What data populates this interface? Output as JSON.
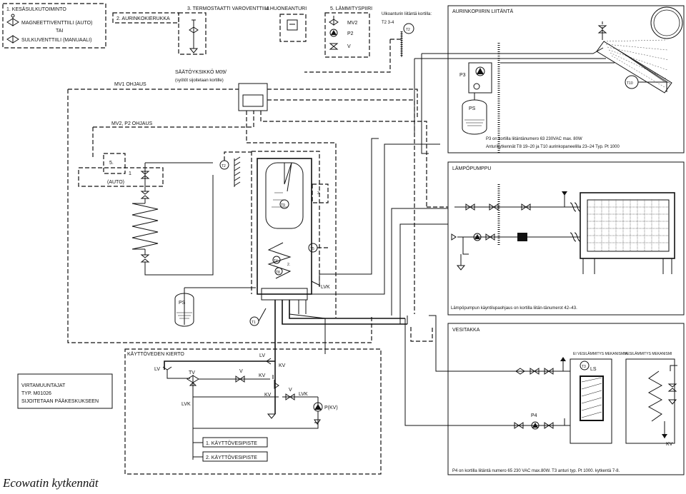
{
  "caption": "Ecowatin kytkennät",
  "legend": {
    "l1_title": "1. KESÄSULKUTOIMINTO",
    "l1_auto": "MAGNEETTIVENTTIILI (AUTO)",
    "l1_or": "TAI",
    "l1_manual": "SULKUVENTTIILI (MANUAALI)",
    "l2": "2. AURINKOKIERUKKA",
    "l3": "3. TERMOSTAATTI VAROVENTTIILI",
    "l4": "4.HUONEANTURI",
    "l5_title": "5. LÄMMITYSPIIRI",
    "l5_mv2": "MV2",
    "l5_p2": "P2",
    "l5_v": "V"
  },
  "outdoor": {
    "title": "Ulkoanturin liitäntä kortilla:",
    "value": "T2 3-4",
    "tag": "T2"
  },
  "controller": {
    "title": "SÄÄTÖYKSIKKÖ M09/",
    "subtitle": "(syötöt sijoitetaan kortille)"
  },
  "lines": {
    "mv1": "MV1 OHJAUS",
    "mv2": "MV2, P2 OHJAUS",
    "auto_box": "(AUTO)",
    "n5": "5.",
    "n1": "1",
    "n2": "2.",
    "n3": "3."
  },
  "solar": {
    "title": "AURINKOPIIRIN LIITÄNTÄ",
    "p3": "P3",
    "ps": "PS",
    "t10": "T10",
    "note1": "P3 on kortilla liitäntänumero 63 230VAC max. 80W",
    "note2": "Anturikytkennät T8 19–20 ja T10 aurinkopaneelilla 23–24 Typ. Pt 1000"
  },
  "heatpump": {
    "title": "LÄMPÖPUMPPU",
    "note": "Lämpöpumpun käyntilupaohjaus on kortilla liitän-tänumerot 42–43."
  },
  "tank": {
    "t9": "T9",
    "t5": "T5",
    "t4": "T4",
    "t8": "T8",
    "t2": "T2",
    "t1": "T1",
    "lvk": "LVK",
    "ps": "PS"
  },
  "water_heater": {
    "title": "VESITAKKA",
    "sub1": "EI VESILÄMMITYS MEKANISMIA",
    "sub2": "VESILÄMMITYS MEKANISMI",
    "t3": "T3",
    "ls": "LS",
    "p4": "P4",
    "kv": "KV",
    "note": "P4 on kortilla liitäntä numero 65 230 VAC max.80W. T3 anturi typ. Pt 1000. kytkentä 7-8."
  },
  "dhw": {
    "title": "KÄYTTÖVEDEN KIERTO",
    "lv": "LV",
    "lv2": "LV",
    "kv": "KV",
    "tv": "TV",
    "v": "V",
    "kv2": "KV",
    "lvk": "LVK",
    "lvk2": "LVK",
    "pkv": "P(KV)",
    "point1": "1. KÄYTTÖVESIPISTE",
    "point2": "2. KÄYTTÖVESIPISTE"
  },
  "flow_meter": {
    "line1": "VIRTAMUUNTAJAT",
    "line2": "TYP. M01026",
    "line3": "SIJOITETAAN PÄÄKESKUKSEEN"
  }
}
